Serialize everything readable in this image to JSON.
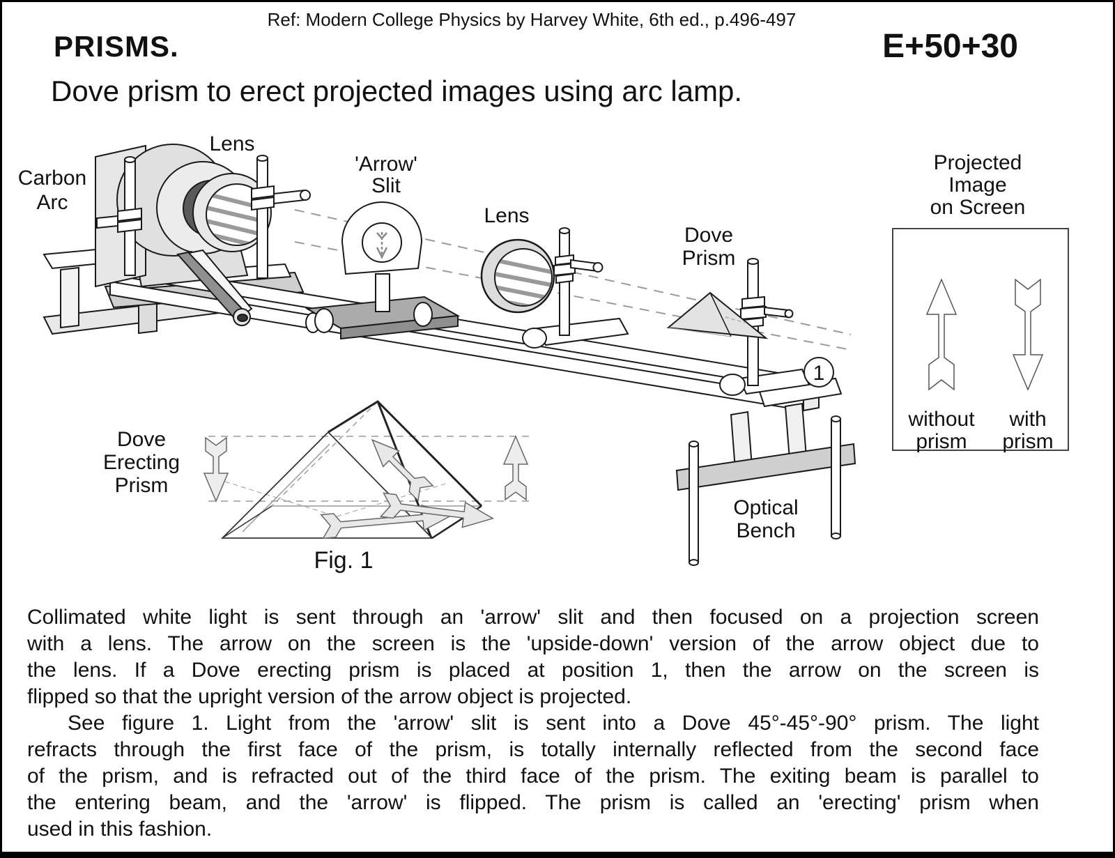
{
  "page": {
    "ref": "Ref: Modern College Physics by Harvey White, 6th ed., p.496-497",
    "title": "PRISMS.",
    "code": "E+50+30",
    "subtitle": "Dove prism to erect projected images using arc lamp."
  },
  "colors": {
    "ink": "#1a1a1a",
    "light_gray_fill": "#dcdcdc",
    "mid_gray_fill": "#ababab",
    "beam_dash": "#999999",
    "paper": "#ffffff"
  },
  "diagram": {
    "labels": {
      "carbon_arc": [
        "Carbon",
        "Arc"
      ],
      "lens1": "Lens",
      "arrow_slit": [
        "'Arrow'",
        "Slit"
      ],
      "lens2": "Lens",
      "dove_prism": [
        "Dove",
        "Prism"
      ],
      "projected_image": [
        "Projected",
        "Image",
        "on Screen"
      ],
      "without_prism": [
        "without",
        "prism"
      ],
      "with_prism": [
        "with",
        "prism"
      ],
      "position_marker": "1",
      "optical_bench": [
        "Optical",
        "Bench"
      ]
    },
    "figure": {
      "prism_label": [
        "Dove",
        "Erecting",
        "Prism"
      ],
      "caption": "Fig. 1"
    }
  },
  "body": {
    "para1": [
      "Collimated white light is sent through an 'arrow' slit and then focused on a projection screen",
      "with a lens. The arrow on the screen is the 'upside-down' version of the arrow object due to",
      "the lens. If a Dove erecting prism is placed at position 1, then the arrow on the screen is",
      "flipped so that the upright version of the arrow object is projected."
    ],
    "para2": [
      "See figure 1. Light from the 'arrow' slit is sent into a Dove 45°-45°-90° prism. The light",
      "refracts through the first face of the prism, is totally internally reflected from the second face",
      "of the prism, and is refracted out of the third face of the prism. The exiting beam is parallel to",
      "the entering beam, and the 'arrow' is flipped. The prism is called an 'erecting' prism when",
      "used in this fashion."
    ]
  }
}
